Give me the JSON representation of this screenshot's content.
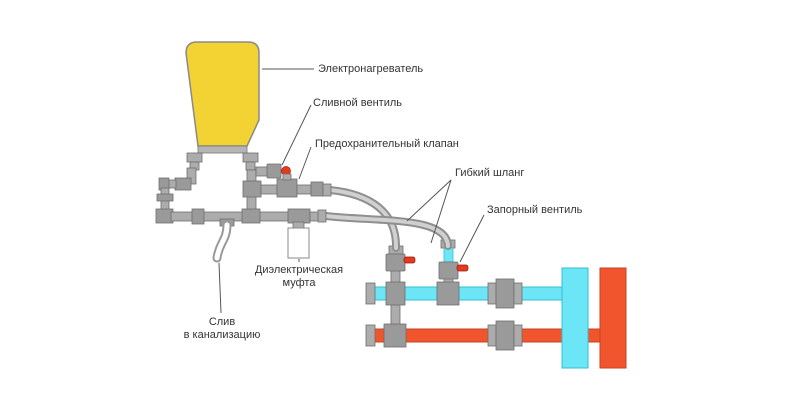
{
  "diagram": {
    "labels": {
      "heater": "Электронагреватель",
      "drain_valve": "Сливной вентиль",
      "safety_valve": "Предохранительный клапан",
      "flex_hose": "Гибкий шланг",
      "shutoff_valve": "Запорный вентиль",
      "dielectric_line1": "Диэлектрическая",
      "dielectric_line2": "муфта",
      "sewer_line1": "Слив",
      "sewer_line2": "в канализацию"
    },
    "colors": {
      "tank_yellow": "#F3D233",
      "cold_pipe_cyan": "#6CE5F6",
      "hot_pipe_red": "#F1552D",
      "valve_handle_red": "#E8391F",
      "fitting_gray": "#ACACAC",
      "label_text": "#333333",
      "background": "#FFFFFF"
    }
  }
}
